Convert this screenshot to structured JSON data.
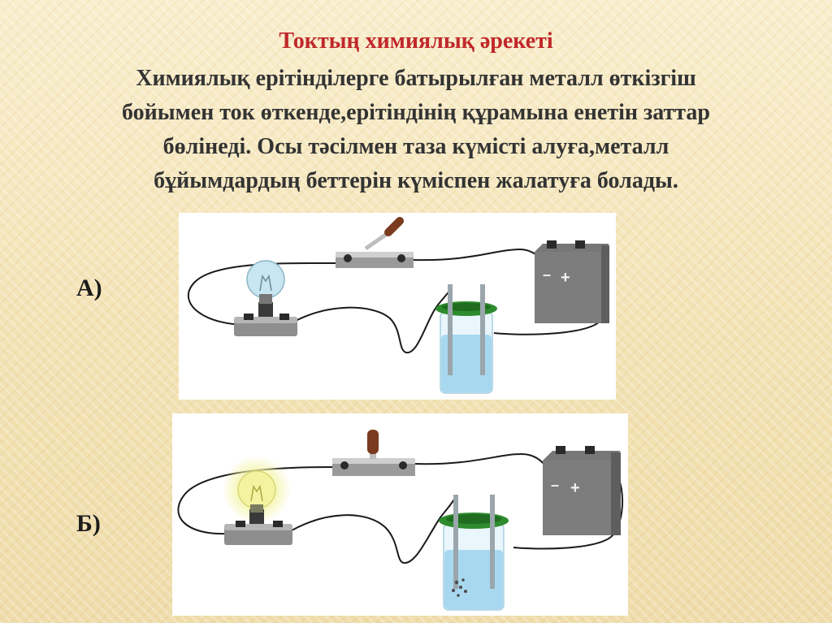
{
  "slide": {
    "title": "Токтың химиялық әрекеті",
    "lines": [
      "Химиялық ерітінділерге батырылған  металл өткізгіш",
      "бойымен ток өткенде,ерітіндінің құрамына енетін заттар",
      "бөлінеді. Осы тәсілмен таза күмісті алуға,металл",
      "бұйымдардың  беттерін  күміспен жалатуға болады."
    ]
  },
  "figures": [
    {
      "label": "А)",
      "switch_state": "open",
      "bulb_state": "off",
      "battery_signs": [
        "–",
        "+"
      ]
    },
    {
      "label": "Б)",
      "switch_state": "closed",
      "bulb_state": "lit",
      "battery_signs": [
        "–",
        "+"
      ]
    }
  ],
  "colors": {
    "title": "#c0282b",
    "text": "#333333",
    "wire": "#1a1a1a",
    "cap_ring": "#2e8b2e",
    "liquid": "#a8d8f0",
    "bulb_lit": "#f3f3a0"
  }
}
